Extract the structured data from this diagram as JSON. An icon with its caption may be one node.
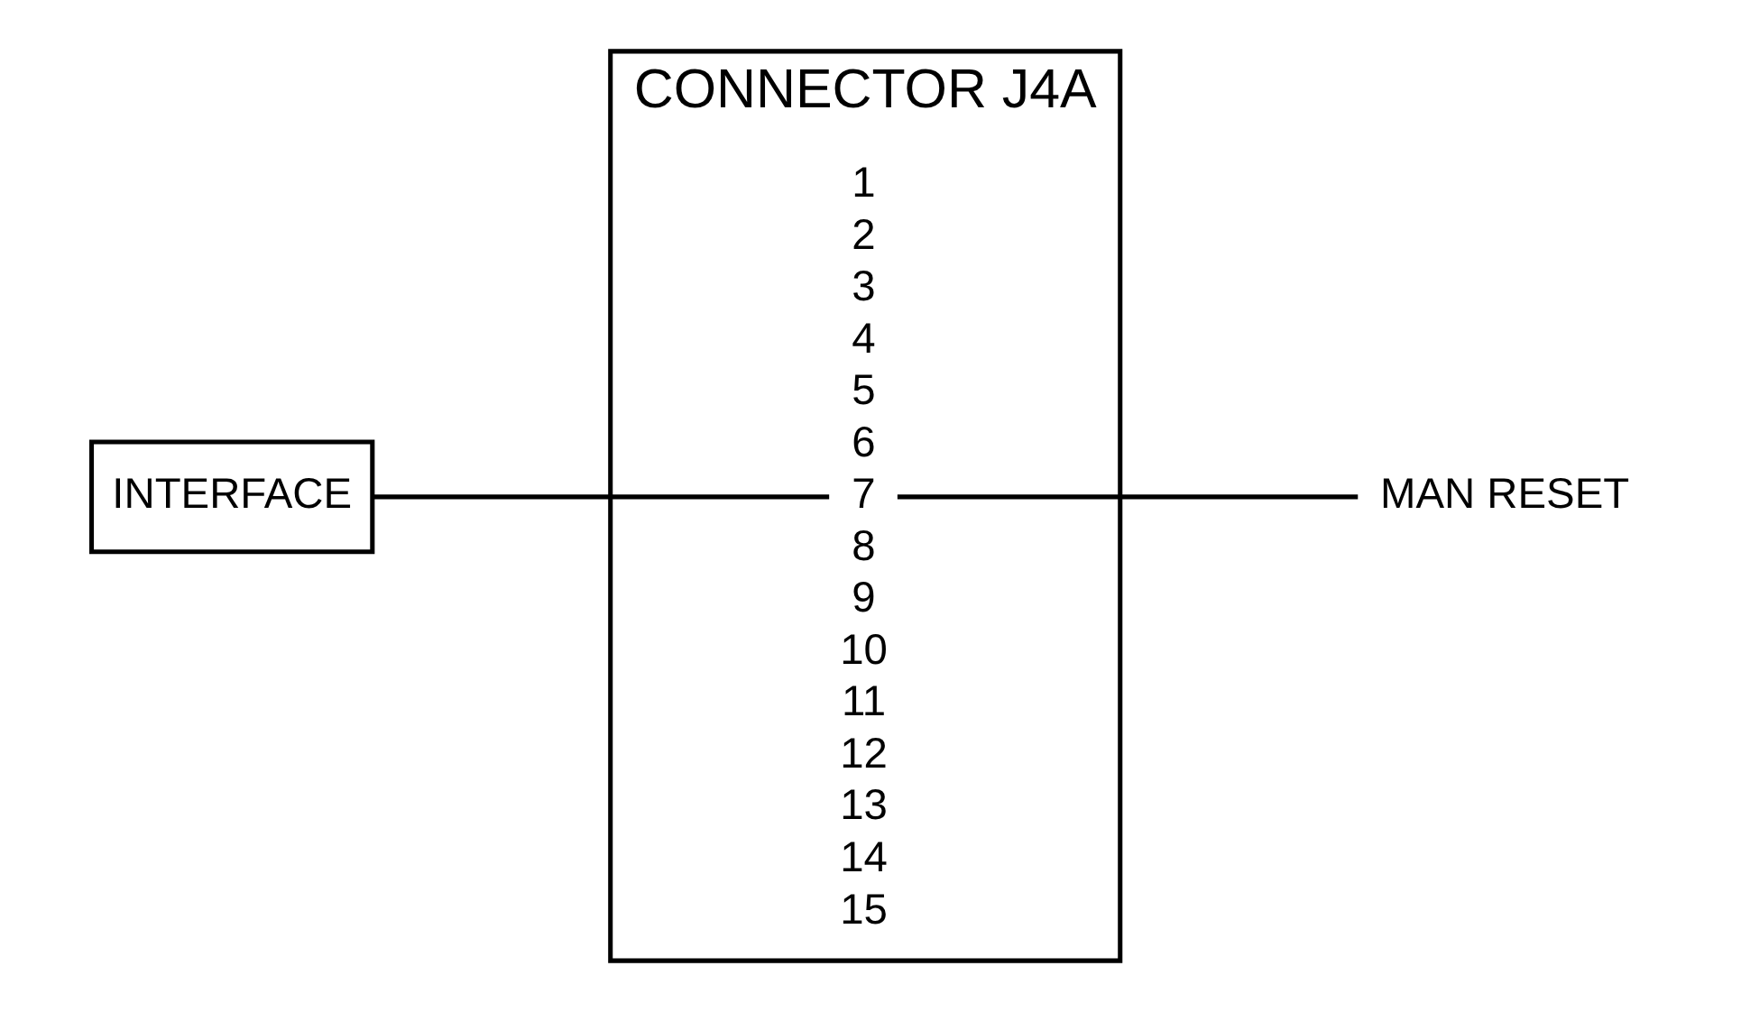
{
  "diagram": {
    "nodes": [
      {
        "text": [
          "CONNECTOR J4A"
        ]
      },
      {
        "text": [
          "1"
        ],
        "in": 0
      },
      {
        "text": [
          "2"
        ],
        "in": 0
      },
      {
        "text": [
          "3"
        ],
        "in": 0
      },
      {
        "text": [
          "4"
        ],
        "in": 0
      },
      {
        "text": [
          "5"
        ],
        "in": 0
      },
      {
        "text": [
          "6"
        ],
        "in": 0
      },
      {
        "text": [
          "7"
        ],
        "in": 0
      },
      {
        "text": [
          "8"
        ],
        "in": 0
      },
      {
        "text": [
          "9"
        ],
        "in": 0
      },
      {
        "text": [
          "10"
        ],
        "in": 0
      },
      {
        "text": [
          "11"
        ],
        "in": 0
      },
      {
        "text": [
          "12"
        ],
        "in": 0
      },
      {
        "text": [
          "13"
        ],
        "in": 0
      },
      {
        "text": [
          "14"
        ],
        "in": 0
      },
      {
        "text": [
          "15"
        ],
        "in": 0
      },
      {
        "text": [
          "INTERFACE"
        ]
      },
      {
        "text": [
          "MAN RESET"
        ]
      }
    ],
    "edges": [
      {
        "from": 16,
        "to": 7,
        "arrow": "none"
      },
      {
        "from": 7,
        "to": 17,
        "arrow": "none"
      }
    ]
  }
}
